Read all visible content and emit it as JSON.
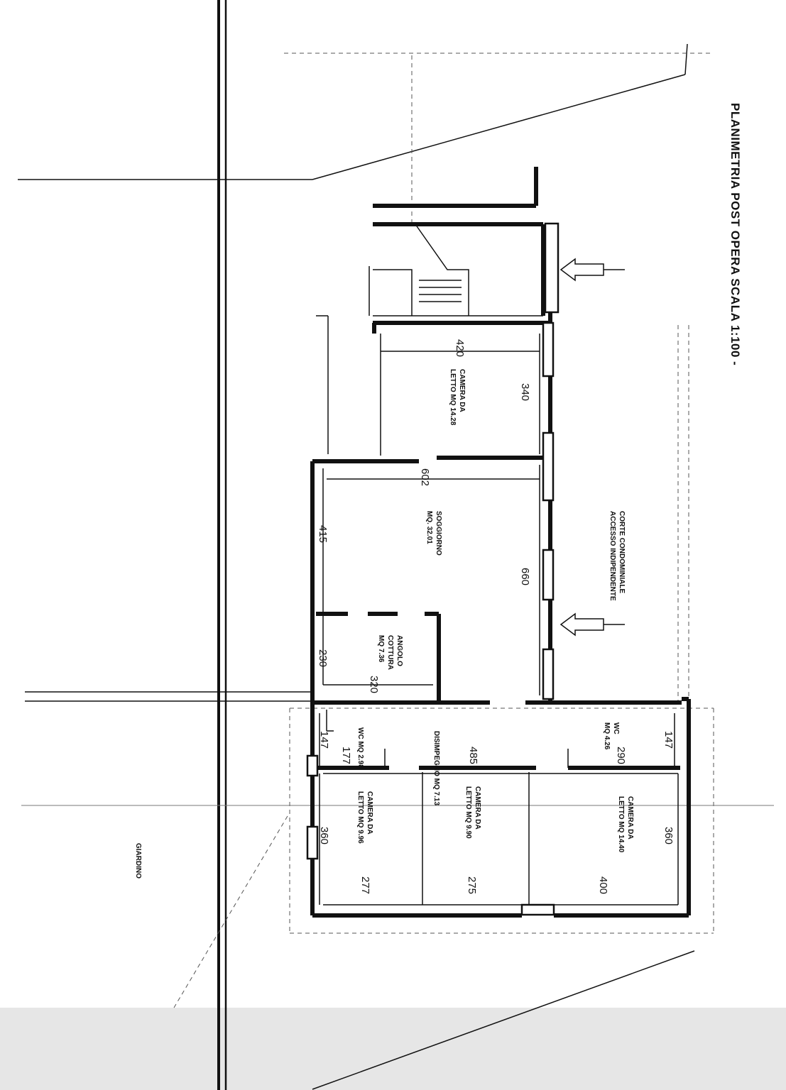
{
  "title": "PLANIMETRIA POST OPERA SCALA 1:100 -",
  "court": {
    "line1": "CORTE CONDOMINIALE",
    "line2": "ACCESSO INDIPENDENTE"
  },
  "garden": "GIARDINO",
  "rooms": {
    "camera_top": {
      "line1": "CAMERA DA",
      "line2": "LETTO MQ 14.28"
    },
    "soggiorno": {
      "line1": "SOGGIORNO",
      "line2": "MQ. 32.01"
    },
    "cucina": {
      "line1": "ANGOLO",
      "line2": "COTTURA",
      "line3": "MQ 7.36"
    },
    "disimpegno": "DISIMPEGNO MQ 7.13",
    "wc_left": "WC MQ 2.98",
    "wc_right": {
      "line1": "WC",
      "line2": "MQ 4.26"
    },
    "camera_a": {
      "line1": "CAMERA DA",
      "line2": "LETTO MQ 9.96"
    },
    "camera_b": {
      "line1": "CAMERA DA",
      "line2": "LETTO MQ 9.90"
    },
    "camera_c": {
      "line1": "CAMERA DA",
      "line2": "LETTO MQ 14.40"
    }
  },
  "dims": {
    "d420": "420",
    "d340": "340",
    "d602": "602",
    "d415": "415",
    "d660": "660",
    "d230": "230",
    "d320": "320",
    "d147a": "147",
    "d177": "177",
    "d485": "485",
    "d290": "290",
    "d147b": "147",
    "d360a": "360",
    "d277": "277",
    "d275": "275",
    "d400": "400",
    "d360b": "360"
  }
}
